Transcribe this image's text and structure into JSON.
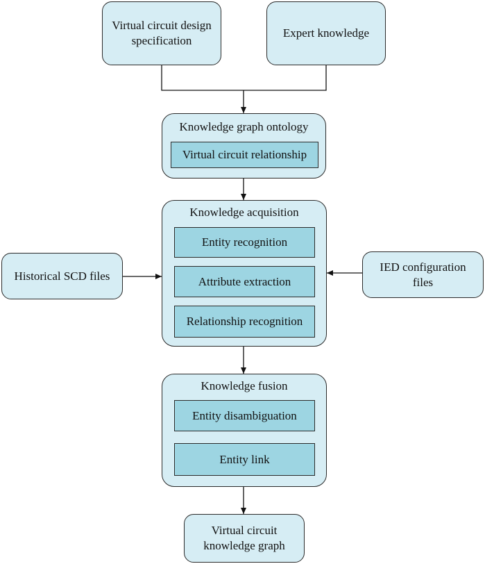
{
  "inputs": {
    "spec": "Virtual circuit design\nspecification",
    "expert": "Expert knowledge",
    "historical": "Historical SCD files",
    "ied": "IED configuration\nfiles"
  },
  "ontology": {
    "title": "Knowledge graph ontology",
    "items": [
      "Virtual circuit relationship"
    ]
  },
  "acquisition": {
    "title": "Knowledge acquisition",
    "items": [
      "Entity recognition",
      "Attribute extraction",
      "Relationship recognition"
    ]
  },
  "fusion": {
    "title": "Knowledge fusion",
    "items": [
      "Entity disambiguation",
      "Entity link"
    ]
  },
  "output": {
    "label": "Virtual circuit\nknowledge graph"
  },
  "colors": {
    "box_fill": "#d6edf4",
    "inner_fill": "#9dd5e2",
    "stroke": "#2a2a2a"
  }
}
